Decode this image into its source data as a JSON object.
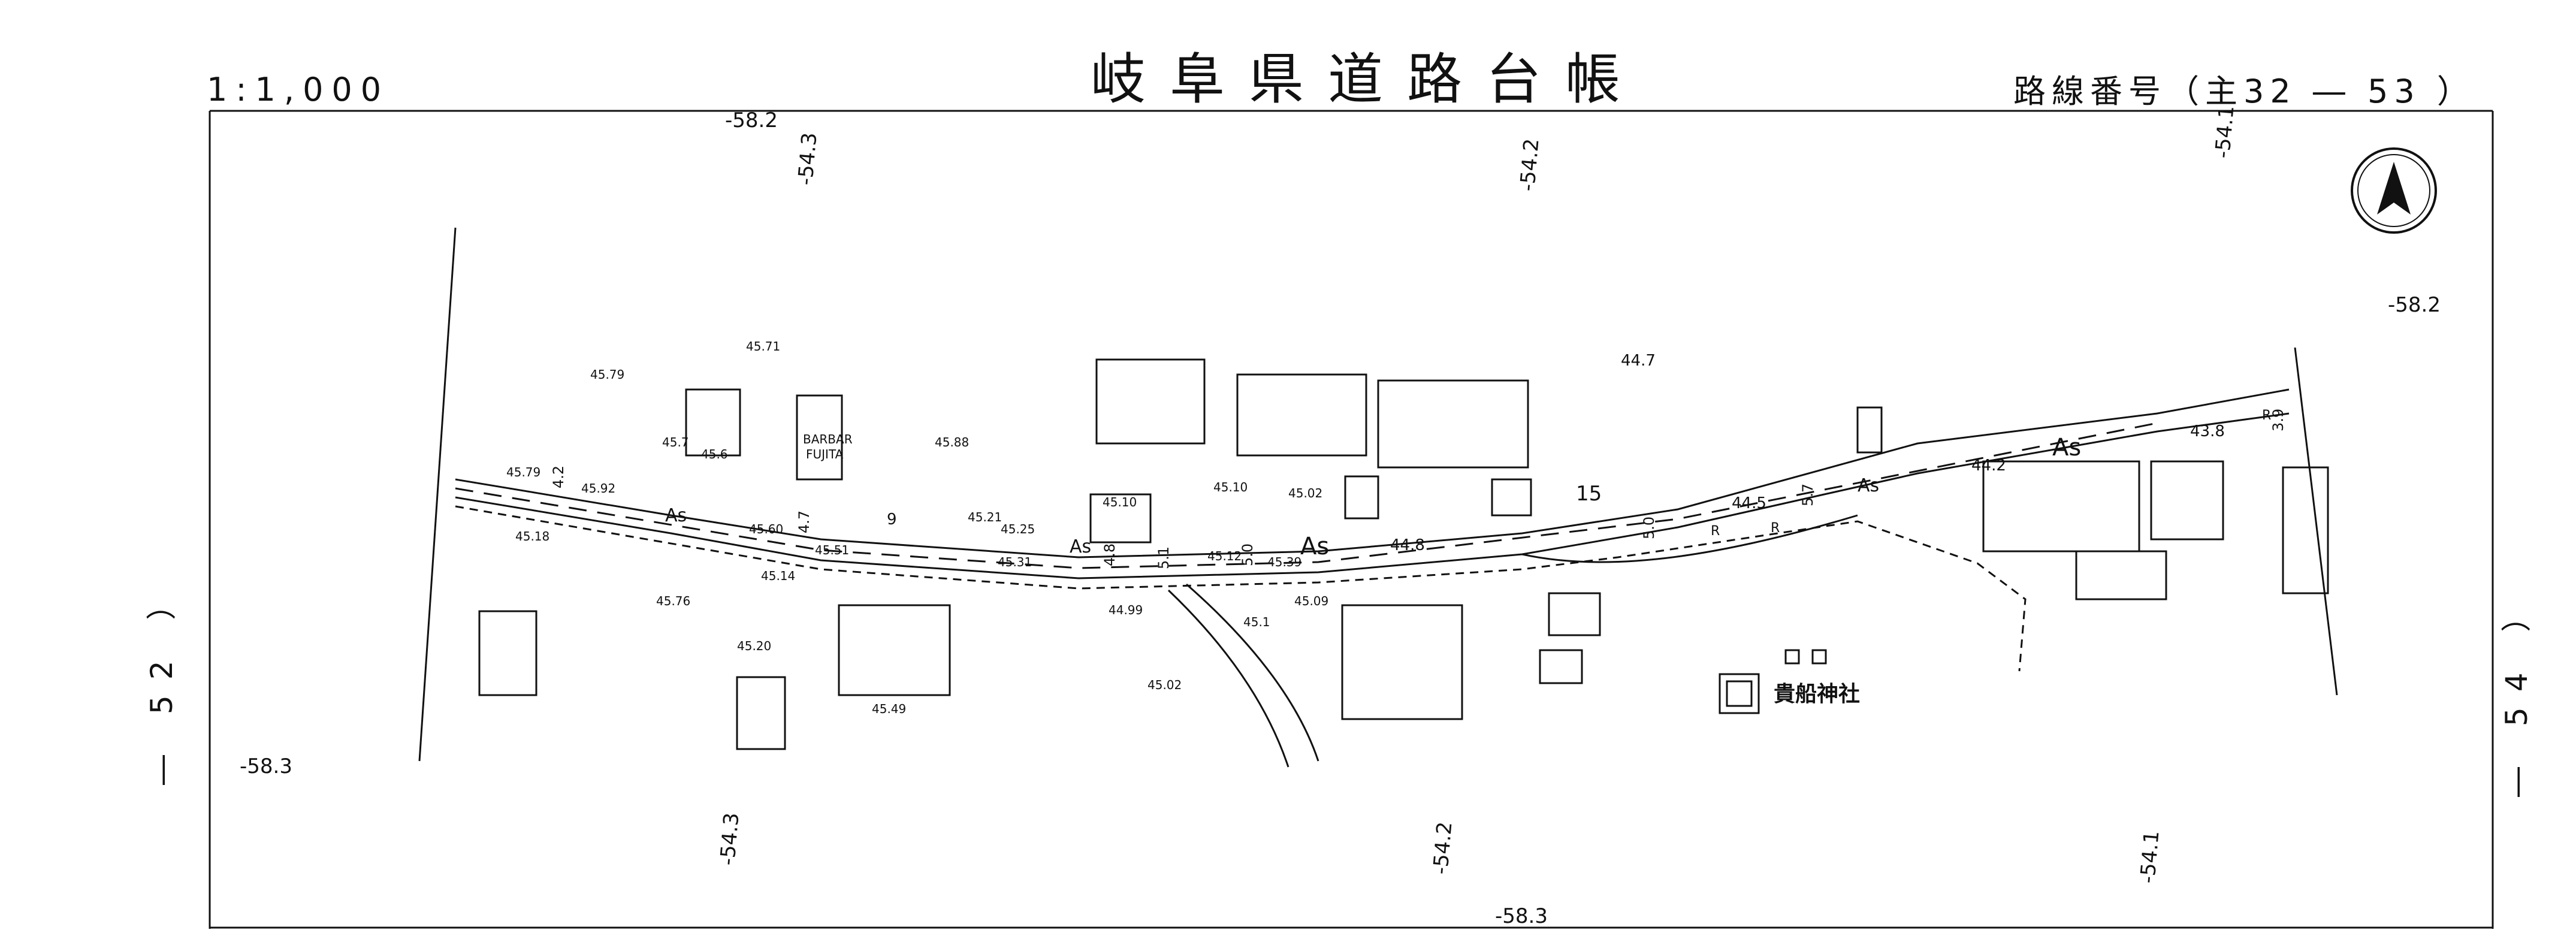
{
  "header": {
    "title": "岐阜県道路台帳",
    "scale": "1:1,000",
    "route_number": "路線番号（主32 ― 53 ）"
  },
  "margins": {
    "left_sheet": "― 52 ）",
    "right_sheet": "― 54 ）"
  },
  "north_arrow": {
    "icon": "north-arrow-icon"
  },
  "coordinate_labels": [
    "-58.2",
    "-54.3",
    "-54.2",
    "-54.1",
    "-58.2",
    "-58.3",
    "-54.3",
    "-54.2",
    "-58.3",
    "-54.1"
  ],
  "surface_labels": [
    "As",
    "As",
    "As",
    "As",
    "As"
  ],
  "place_labels": {
    "shrine": "貴船神社",
    "shop": "BARBAR",
    "shop2": "FUJITA"
  },
  "elevations": [
    "45.71",
    "45.79",
    "45.7",
    "45.6",
    "45.79",
    "45.92",
    "45.60",
    "45.51",
    "45.18",
    "45.14",
    "45.76",
    "45.20",
    "45.49",
    "45.88",
    "45.21",
    "45.25",
    "45.31",
    "45.10",
    "45.02",
    "45.10",
    "45.12",
    "45.39",
    "45.09",
    "45.1",
    "44.99",
    "45.02",
    "44.7",
    "44.8",
    "44.5",
    "44.2",
    "43.8"
  ],
  "widths": [
    "4.2",
    "4.7",
    "4.8",
    "5.1",
    "5.0",
    "5.0",
    "5.7",
    "3.9"
  ],
  "markers": [
    "9",
    "15",
    "R",
    "R",
    "R"
  ]
}
